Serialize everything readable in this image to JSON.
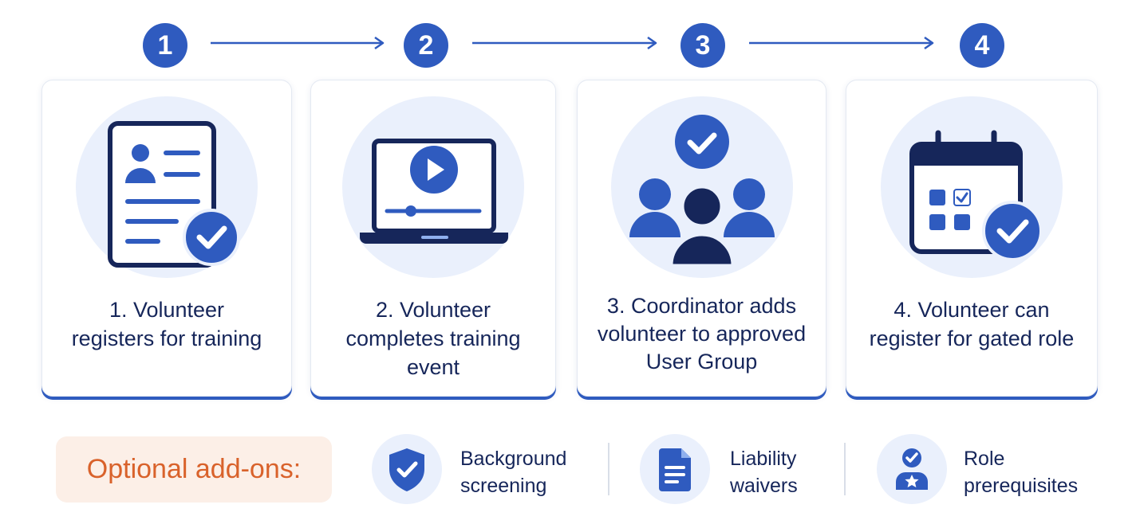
{
  "steps": [
    {
      "number": "1",
      "label": "1.  Volunteer\nregisters for training",
      "icon": "registration-form-check-icon"
    },
    {
      "number": "2",
      "label": "2.  Volunteer\ncompletes training event",
      "icon": "laptop-video-icon"
    },
    {
      "number": "3",
      "label": "3.  Coordinator adds\nvolunteer to approved\nUser Group",
      "icon": "user-group-check-icon"
    },
    {
      "number": "4",
      "label": "4.  Volunteer can\nregister for gated role",
      "icon": "calendar-check-icon"
    }
  ],
  "addons": {
    "title": "Optional add-ons:",
    "items": [
      {
        "label": "Background\nscreening",
        "icon": "shield-check-icon"
      },
      {
        "label": "Liability\nwaivers",
        "icon": "document-icon"
      },
      {
        "label": "Role\nprerequisites",
        "icon": "badge-star-icon"
      }
    ]
  },
  "colors": {
    "primary": "#2f5bbf",
    "navy": "#16265a",
    "icon_bg": "#eaf0fc",
    "addon_accent": "#d9622b",
    "addon_bg": "#fcefe7"
  }
}
